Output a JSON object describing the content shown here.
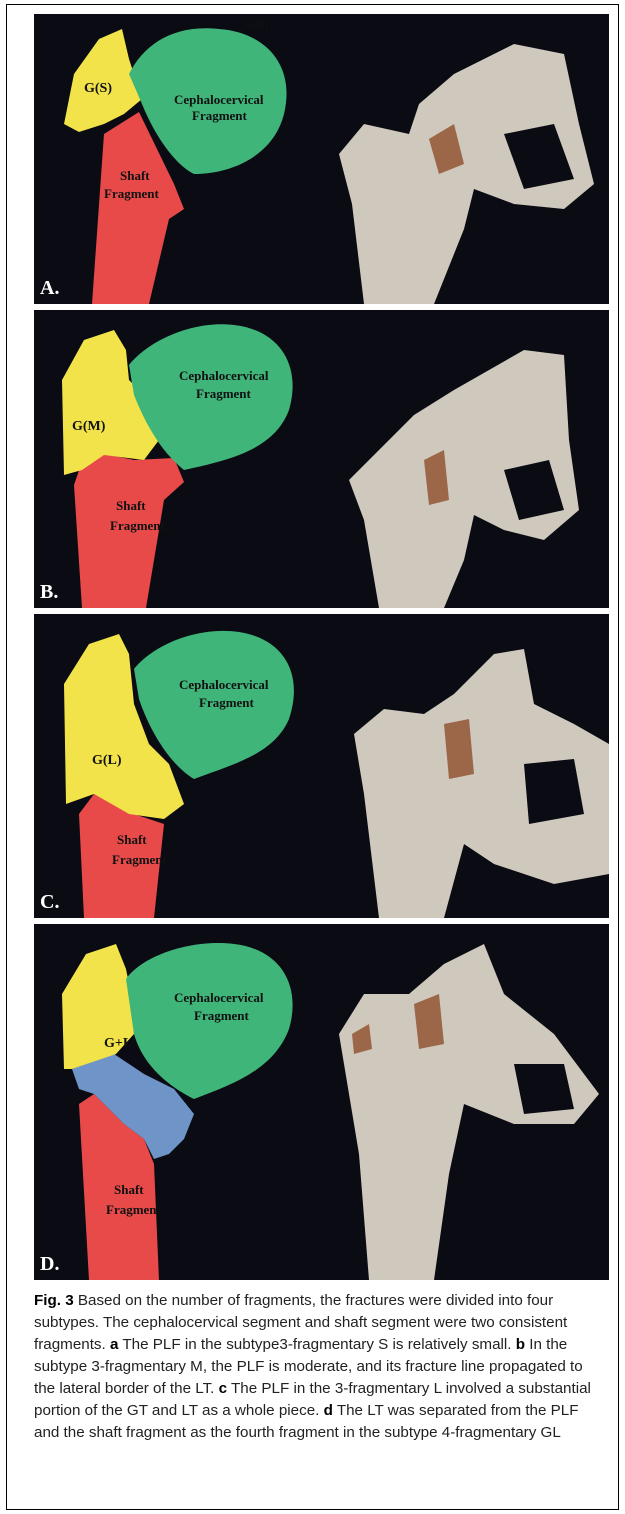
{
  "panels": [
    {
      "letter": "A.",
      "gt_label": "G(S)",
      "head_label_1": "Cephalocervical",
      "head_label_2": "Fragment",
      "shaft_label_1": "Shaft",
      "shaft_label_2": "Fragment",
      "top_label": "G(S)"
    },
    {
      "letter": "B.",
      "gt_label": "G(M)",
      "head_label_1": "Cephalocervical",
      "head_label_2": "Fragment",
      "shaft_label_1": "Shaft",
      "shaft_label_2": "Fragment"
    },
    {
      "letter": "C.",
      "gt_label": "G(L)",
      "head_label_1": "Cephalocervical",
      "head_label_2": "Fragment",
      "shaft_label_1": "Shaft",
      "shaft_label_2": "Fragment"
    },
    {
      "letter": "D.",
      "gt_label": "G+L",
      "head_label_1": "Cephalocervical",
      "head_label_2": "Fragment",
      "shaft_label_1": "Shaft",
      "shaft_label_2": "Fragment"
    }
  ],
  "colors": {
    "greater_trochanter": "#f2e34a",
    "head": "#3fb57a",
    "shaft": "#e84a4a",
    "lesser_trochanter": "#6f95c8",
    "background": "#0b0b14"
  },
  "caption": {
    "fig": "Fig. 3",
    "intro": " Based on the number of fragments, the fractures were divided into four subtypes. The cephalocervical segment and shaft segment were two consistent fragments. ",
    "a": "a",
    "a_text": " The PLF in the subtype3-fragmentary S is relatively small. ",
    "b": "b",
    "b_text": " In the subtype 3-fragmentary M, the PLF is moderate, and its fracture line propagated to the lateral border of the LT. ",
    "c": "c",
    "c_text": " The PLF in the 3-fragmentary L involved a substantial portion of the GT and LT as a whole piece. ",
    "d": "d",
    "d_text": " The LT was separated from the PLF and the shaft fragment as the fourth fragment in the subtype 4-fragmentary GL"
  }
}
